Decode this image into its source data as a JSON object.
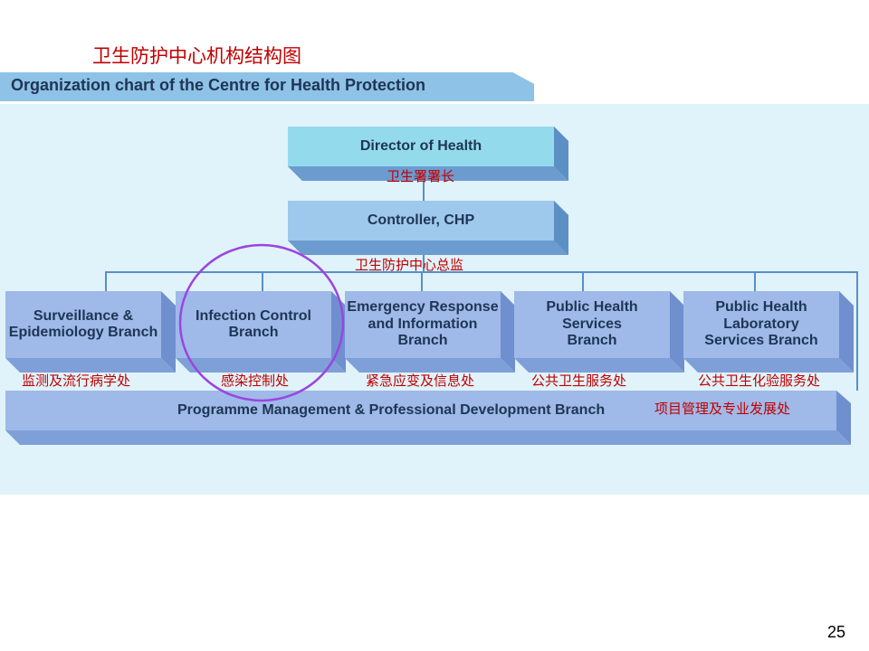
{
  "slide": {
    "title": "卫生防护中心机构结构图",
    "page_number": "25"
  },
  "banner": {
    "text": "Organization chart of the Centre for Health Protection"
  },
  "chart": {
    "director": {
      "en": "Director of Health",
      "cn": "卫生署署长"
    },
    "controller": {
      "en": "Controller, CHP",
      "cn": "卫生防护中心总监"
    },
    "branches": [
      {
        "en": "Surveillance & Epidemiology Branch",
        "cn": "监测及流行病学处"
      },
      {
        "en": "Infection Control Branch",
        "cn": "感染控制处"
      },
      {
        "en": "Emergency Response and Information Branch",
        "cn": "紧急应变及信息处"
      },
      {
        "en": "Public Health Services Branch",
        "cn": "公共卫生服务处"
      },
      {
        "en": "Public Health Laboratory Services Branch",
        "cn": "公共卫生化验服务处"
      }
    ],
    "programme": {
      "en": "Programme Management & Professional Development Branch",
      "cn": "项目管理及专业发展处"
    }
  },
  "colors": {
    "title_red": "#c00000",
    "box_front": "#9fb9e8",
    "box_top_director": "#8fd8ea",
    "highlight_circle": "#9b45e0"
  }
}
